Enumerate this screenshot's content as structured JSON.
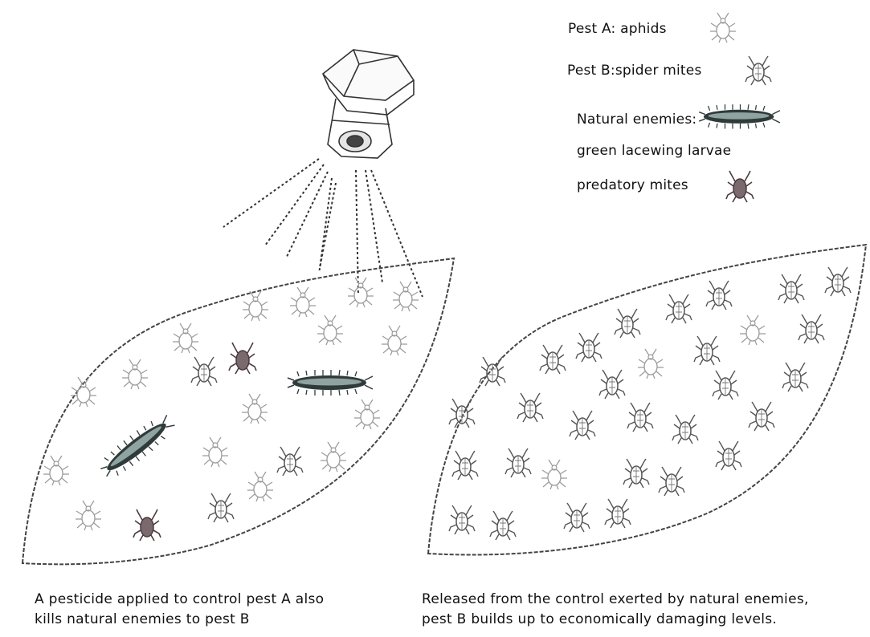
{
  "legend": {
    "pest_a": "Pest A: aphids",
    "pest_b": "Pest B:spider mites",
    "natural_enemies": "Natural enemies:",
    "lacewing": "green lacewing larvae",
    "predatory": "predatory mites"
  },
  "captions": {
    "left": [
      "A pesticide applied to control pest A also",
      "kills natural enemies to pest B"
    ],
    "right": [
      "Released from the control exerted by natural enemies,",
      "pest B builds up to economically damaging levels."
    ]
  },
  "icons": {
    "nozzle": "spray-nozzle-icon",
    "aphid": "aphid-icon",
    "spider_mite": "spider-mite-icon",
    "lacewing_larva": "lacewing-larva-icon",
    "predatory_mite": "predatory-mite-icon",
    "leaf": "leaf-outline"
  },
  "colors": {
    "line": "#333333",
    "aphid": "#9a9a9a",
    "mite": "#555555",
    "larva_dark": "#2f3b3a",
    "larva_light": "#8fa3a0",
    "predatory": "#6a5a5e"
  }
}
